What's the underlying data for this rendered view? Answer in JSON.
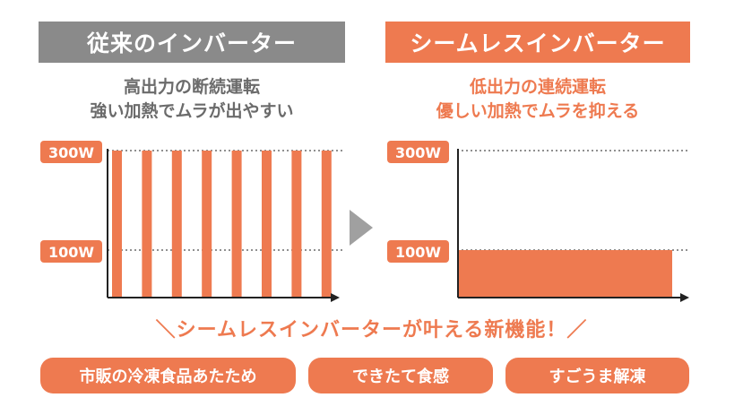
{
  "left": {
    "header": "従来のインバーター",
    "desc_line1": "高出力の断続運転",
    "desc_line2": "強い加熱でムラが出やすい",
    "label_high": "300W",
    "label_low": "100W"
  },
  "right": {
    "header": "シームレスインバーター",
    "desc_line1": "低出力の連続運転",
    "desc_line2": "優しい加熱でムラを抑える",
    "label_high": "300W",
    "label_low": "100W"
  },
  "bottom": {
    "title": "＼シームレスインバーターが叶える新機能！／",
    "features": [
      "市販の冷凍食品あたため",
      "できたて食感",
      "すごうま解凍"
    ]
  },
  "colors": {
    "accent": "#ee7a50",
    "gray": "#8a8a8a",
    "arrow_gray": "#a0a0a0",
    "axis": "#222222"
  },
  "chart_data": [
    {
      "type": "bar",
      "levels": [
        "300W",
        "100W"
      ],
      "pulses": [
        300,
        300,
        300,
        300,
        300,
        300,
        300,
        300
      ],
      "pattern": "intermittent"
    },
    {
      "type": "area",
      "levels": [
        "300W",
        "100W"
      ],
      "value": 100,
      "pattern": "continuous"
    }
  ]
}
